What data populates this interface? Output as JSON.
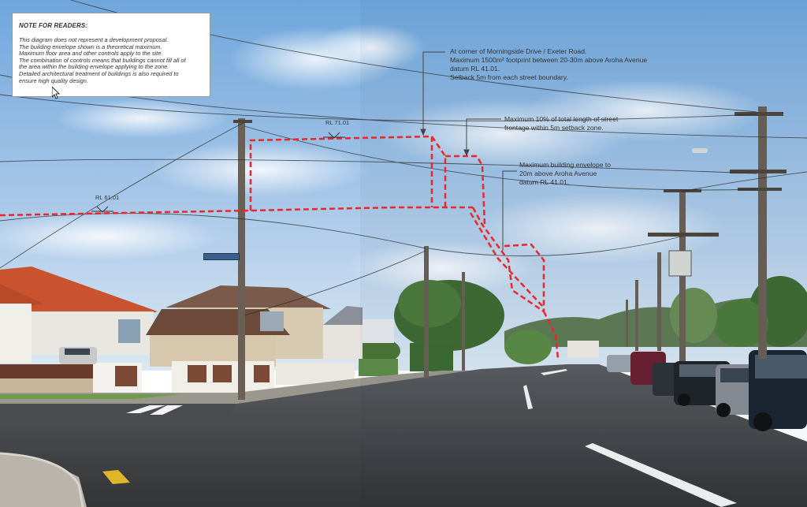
{
  "note": {
    "title": "NOTE FOR READERS:",
    "lines": [
      "This diagram does not represent a development proposal.",
      "The building envelope shown is a theoretical maximum.",
      "Maximum floor area and other controls apply to the site.",
      "The combination of controls means that buildings cannot fill all of",
      "the area within the building envelope applying to the zone.",
      "Detailed architectural treatment of buildings is also required to",
      "ensure high quality design."
    ]
  },
  "annotations": {
    "corner": {
      "lines": [
        "At corner of Morningside Drive / Exeter Road.",
        "Maximum 1500m² footprint between 20-30m above Aroha Avenue",
        "datum RL 41.01.",
        "Setback 5m from each street boundary."
      ]
    },
    "frontage": {
      "lines": [
        "Maximum 10% of total length of street",
        "frontage within 5m setback zone."
      ]
    },
    "envelope": {
      "lines": [
        "Maximum building envelope to",
        "20m above Aroha Avenue",
        "datum RL 41.01."
      ]
    }
  },
  "levels": {
    "rl71": "RL 71.01",
    "rl61": "RL 61.01"
  },
  "street_sign": "",
  "colors": {
    "envelope": "#e8282b",
    "sky_top": "#7aaee0",
    "sky_bottom": "#cfe1f2",
    "road": "#3f4144",
    "leader": "#444444"
  },
  "icons": [
    "mouse-cursor-icon",
    "rl-marker-icon"
  ]
}
